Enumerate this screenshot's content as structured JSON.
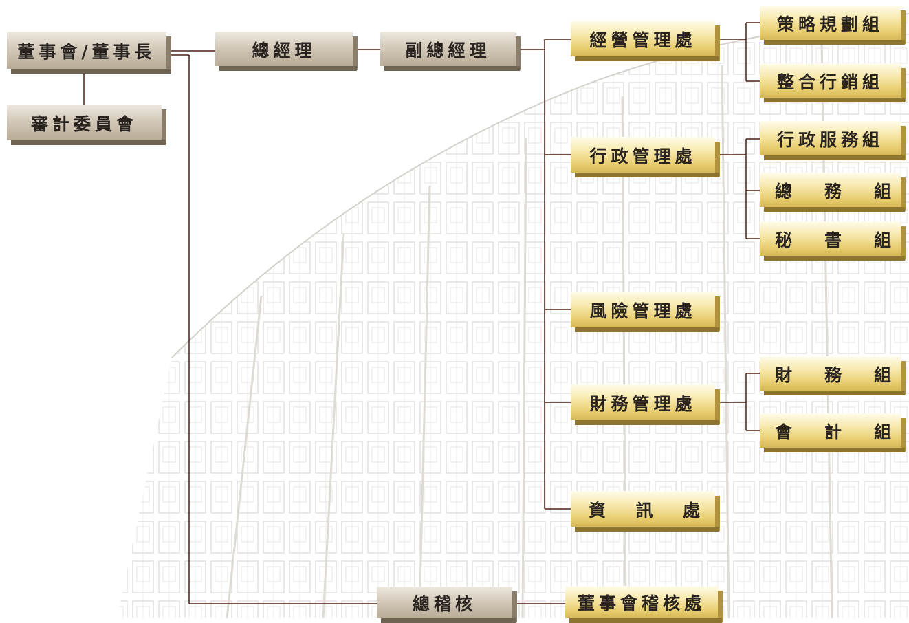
{
  "nodes": {
    "board": "董事會/董事長",
    "audit_committee": "審計委員會",
    "general_manager": "總經理",
    "deputy_gm": "副總經理",
    "business_mgmt": "經營管理處",
    "strategy_group": "策略規劃組",
    "marketing_group": "整合行銷組",
    "admin_mgmt": "行政管理處",
    "admin_service_group": "行政服務組",
    "general_affairs_group": [
      "總",
      "務",
      "組"
    ],
    "secretary_group": [
      "秘",
      "書",
      "組"
    ],
    "risk_mgmt": "風險管理處",
    "finance_mgmt": "財務管理處",
    "finance_group": [
      "財",
      "務",
      "組"
    ],
    "accounting_group": [
      "會",
      "計",
      "組"
    ],
    "it_dept": [
      "資",
      "訊",
      "處"
    ],
    "chief_auditor": "總稽核",
    "board_audit_office": "董事會稽核處"
  },
  "colors": {
    "line": "#4a1f14",
    "gray_box": "#d3c9b9",
    "gold_box": "#efd98a",
    "text": "#2a2421"
  }
}
